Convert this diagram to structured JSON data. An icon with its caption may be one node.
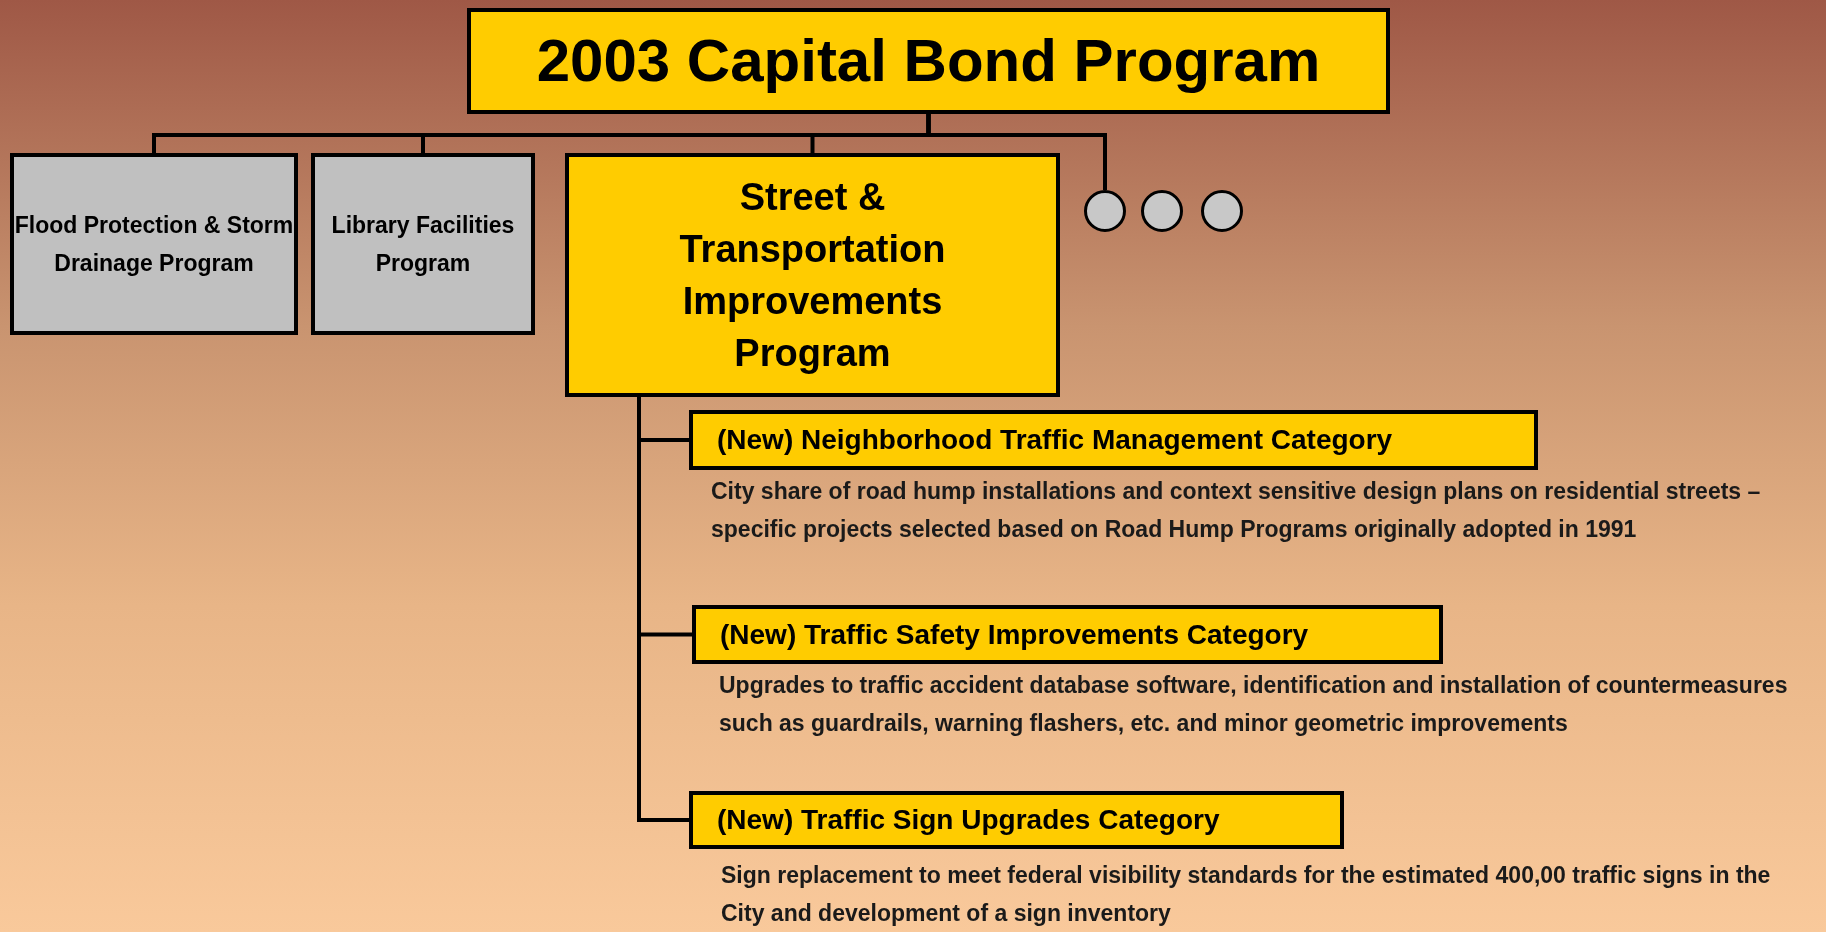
{
  "diagram": {
    "nodes": [
      {
        "text": [
          "2003 Capital Bond Program"
        ]
      },
      {
        "text": [
          "Flood Protection & Storm Drainage Program"
        ]
      },
      {
        "text": [
          "Library Facilities Program"
        ]
      },
      {
        "text": [
          "Street & Transportation Improvements Program"
        ]
      },
      {
        "text": [],
        "shape": "circle"
      },
      {
        "text": [],
        "shape": "circle"
      },
      {
        "text": [],
        "shape": "circle"
      },
      {
        "text": [
          "(New) Neighborhood Traffic Management Category"
        ],
        "beside": [
          "City share of road hump installations and context sensitive design plans on residential streets – specific projects selected based on Road Hump Programs originally adopted in 1991"
        ]
      },
      {
        "text": [
          "(New) Traffic Safety Improvements Category"
        ],
        "beside": [
          "Upgrades to traffic accident database software, identification and installation of countermeasures such as guardrails, warning flashers, etc. and minor geometric improvements"
        ]
      },
      {
        "text": [
          "(New) Traffic Sign Upgrades Category"
        ],
        "beside": [
          "Sign replacement to meet federal visibility standards for the estimated 400,00 traffic signs in the City and development of a sign inventory"
        ]
      }
    ],
    "edges": [
      {
        "from": 0,
        "to": 1,
        "arrow": "none"
      },
      {
        "from": 0,
        "to": 2,
        "arrow": "none"
      },
      {
        "from": 0,
        "to": 3,
        "arrow": "none"
      },
      {
        "from": 0,
        "to": 4,
        "arrow": "none"
      },
      {
        "from": 3,
        "to": 7,
        "arrow": "none"
      },
      {
        "from": 3,
        "to": 8,
        "arrow": "none"
      },
      {
        "from": 3,
        "to": 9,
        "arrow": "none"
      }
    ]
  }
}
